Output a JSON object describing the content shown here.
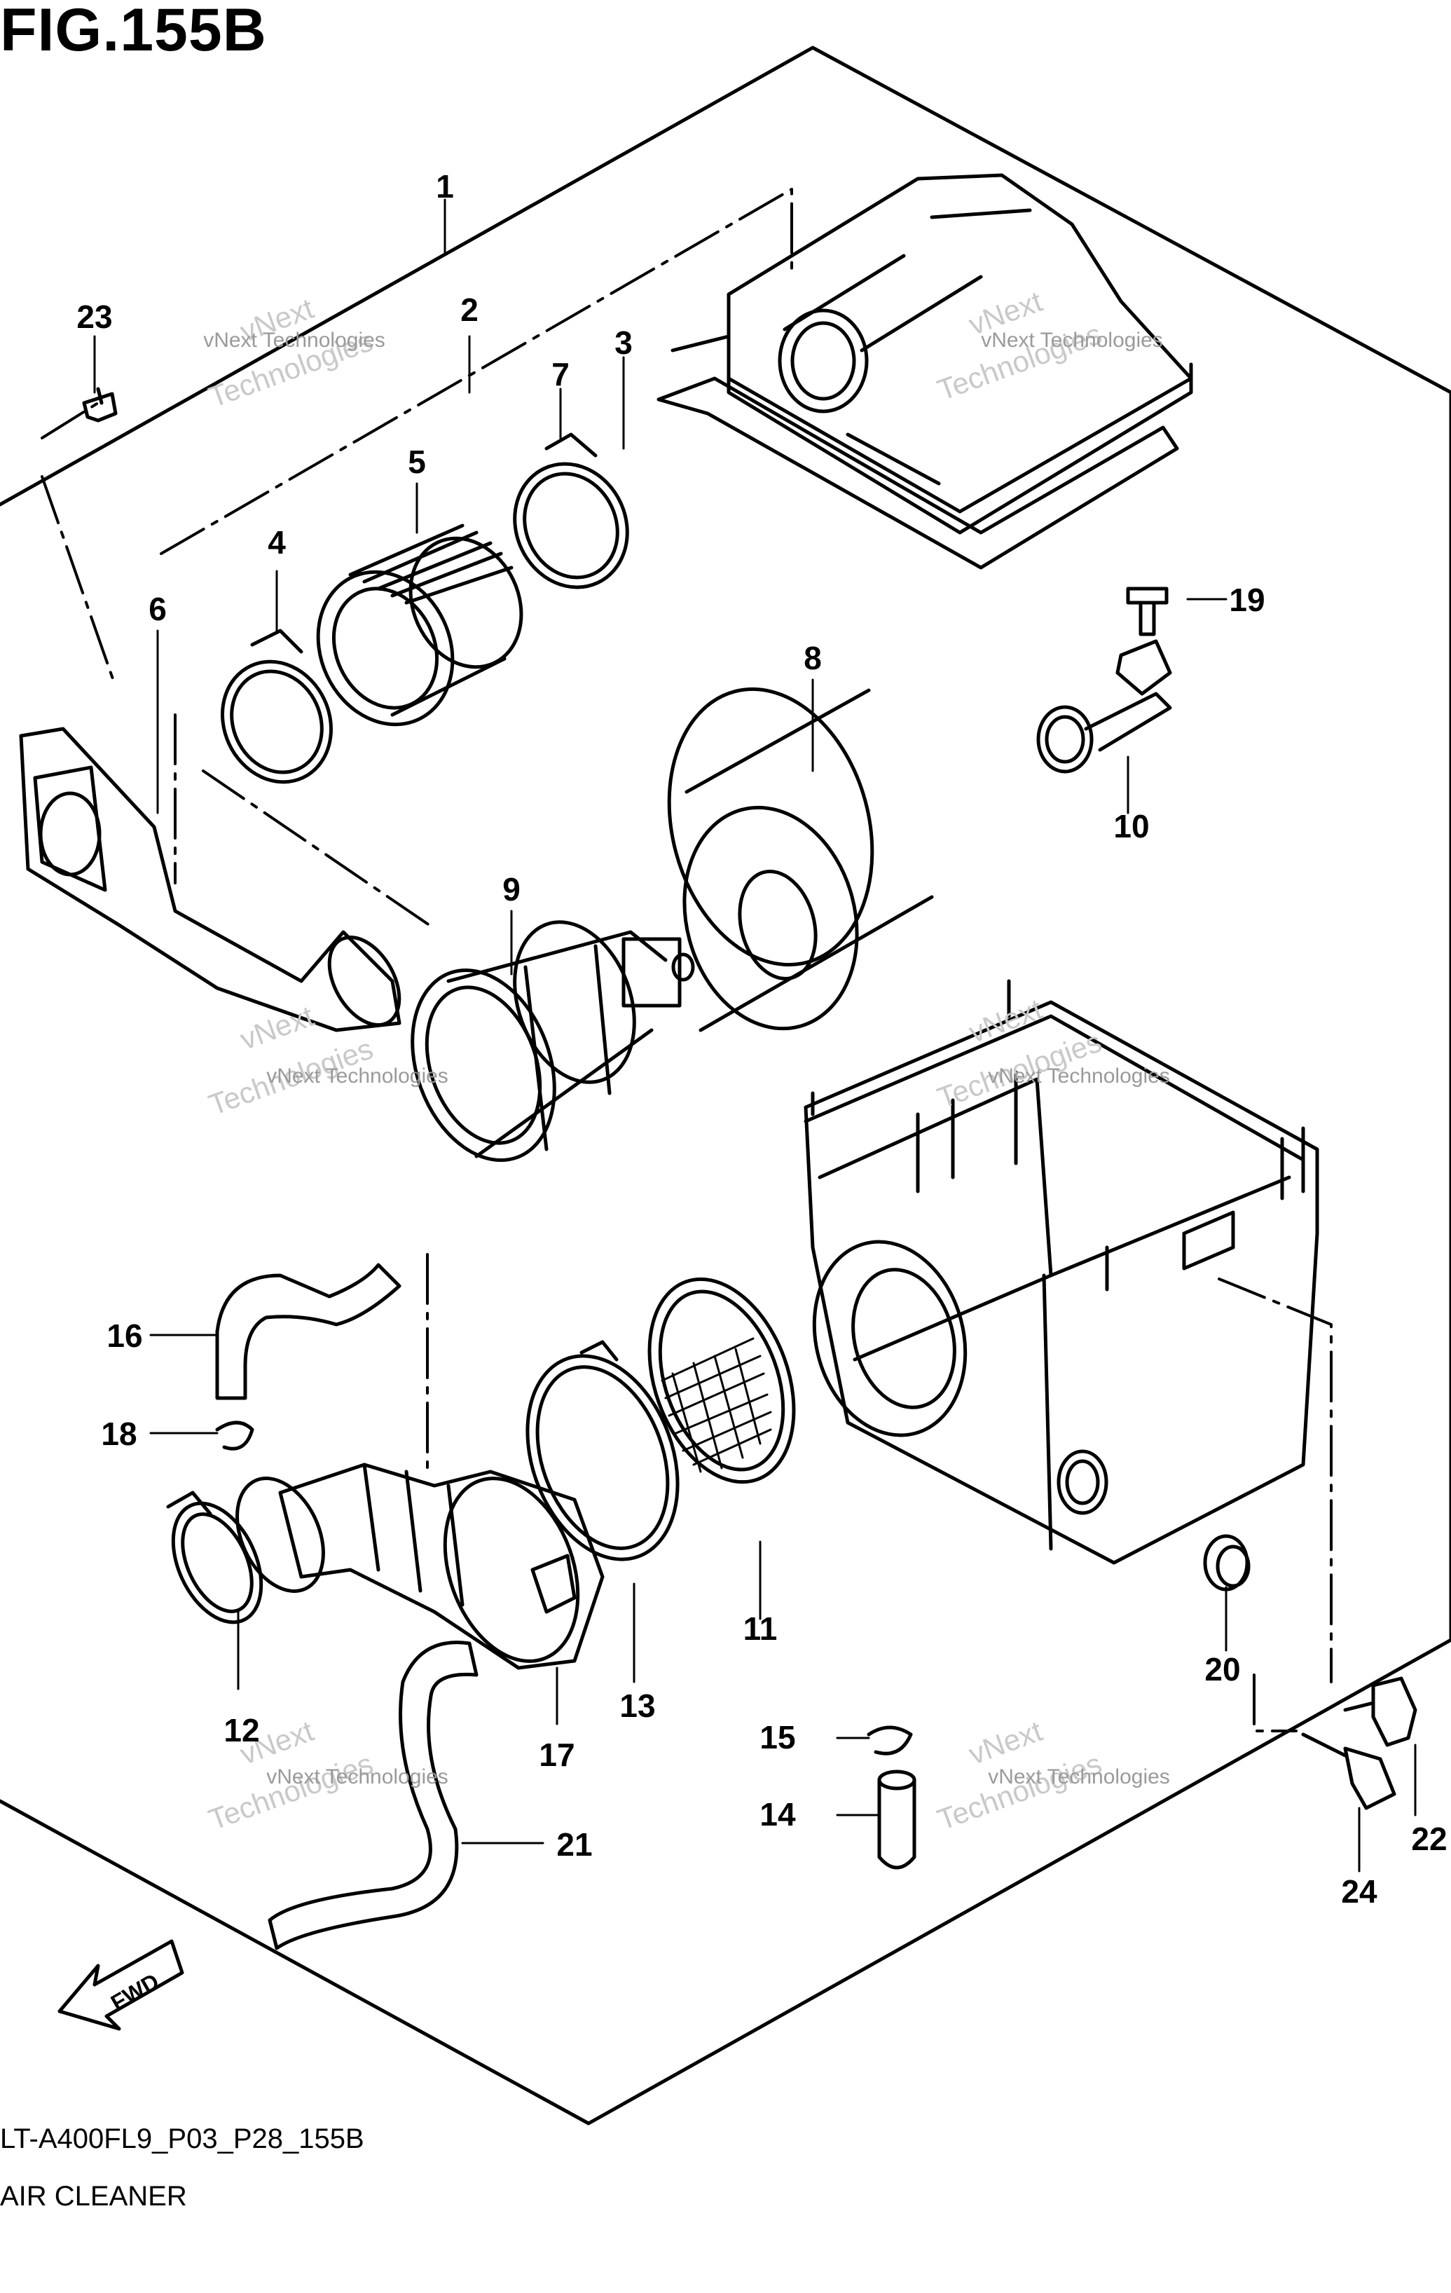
{
  "figure": {
    "title": "FIG.155B",
    "code": "LT-A400FL9_P03_P28_155B",
    "name": "AIR CLEANER",
    "direction_label": "FWD"
  },
  "watermark": {
    "line1": "vNext Technologies",
    "line2": "vNext",
    "line3": "Technologies"
  },
  "callouts": [
    "1",
    "2",
    "3",
    "4",
    "5",
    "6",
    "7",
    "8",
    "9",
    "10",
    "11",
    "12",
    "13",
    "14",
    "15",
    "16",
    "17",
    "18",
    "19",
    "20",
    "21",
    "22",
    "23",
    "24"
  ]
}
